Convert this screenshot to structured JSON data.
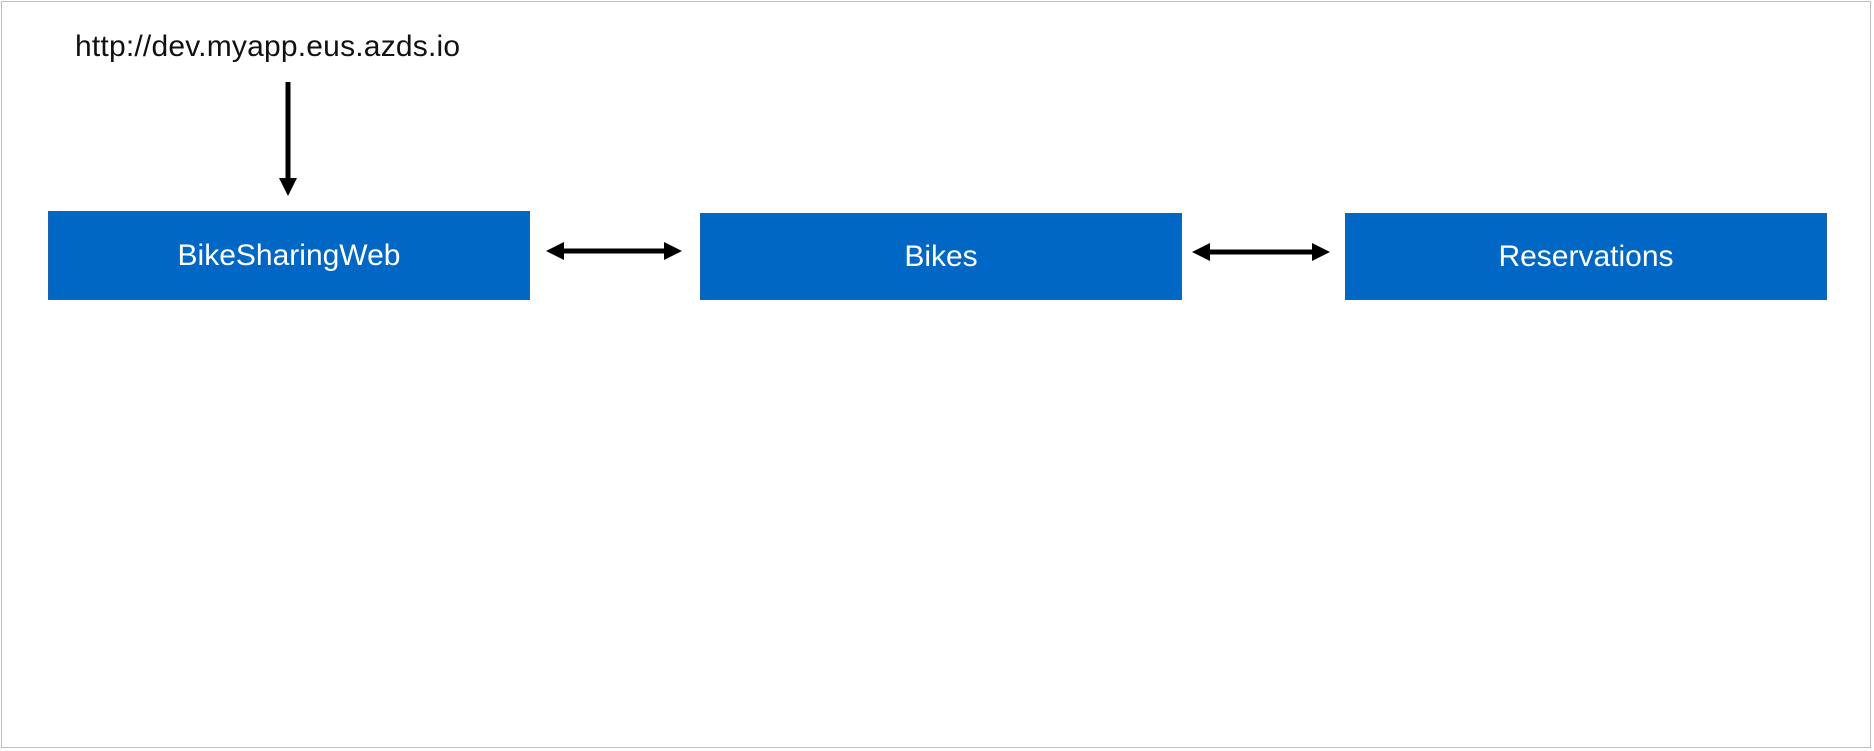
{
  "diagram": {
    "entry_url": "http://dev.myapp.eus.azds.io",
    "colors": {
      "box_fill": "#0067c5",
      "box_text": "#ffffff",
      "arrow": "#000000",
      "border": "#bfbfbf"
    },
    "nodes": [
      {
        "id": "web",
        "label": "BikeSharingWeb"
      },
      {
        "id": "bikes",
        "label": "Bikes"
      },
      {
        "id": "reservations",
        "label": "Reservations"
      }
    ],
    "edges": [
      {
        "from": "entry_url",
        "to": "web",
        "direction": "one-way"
      },
      {
        "from": "web",
        "to": "bikes",
        "direction": "bidirectional"
      },
      {
        "from": "bikes",
        "to": "reservations",
        "direction": "bidirectional"
      }
    ]
  }
}
